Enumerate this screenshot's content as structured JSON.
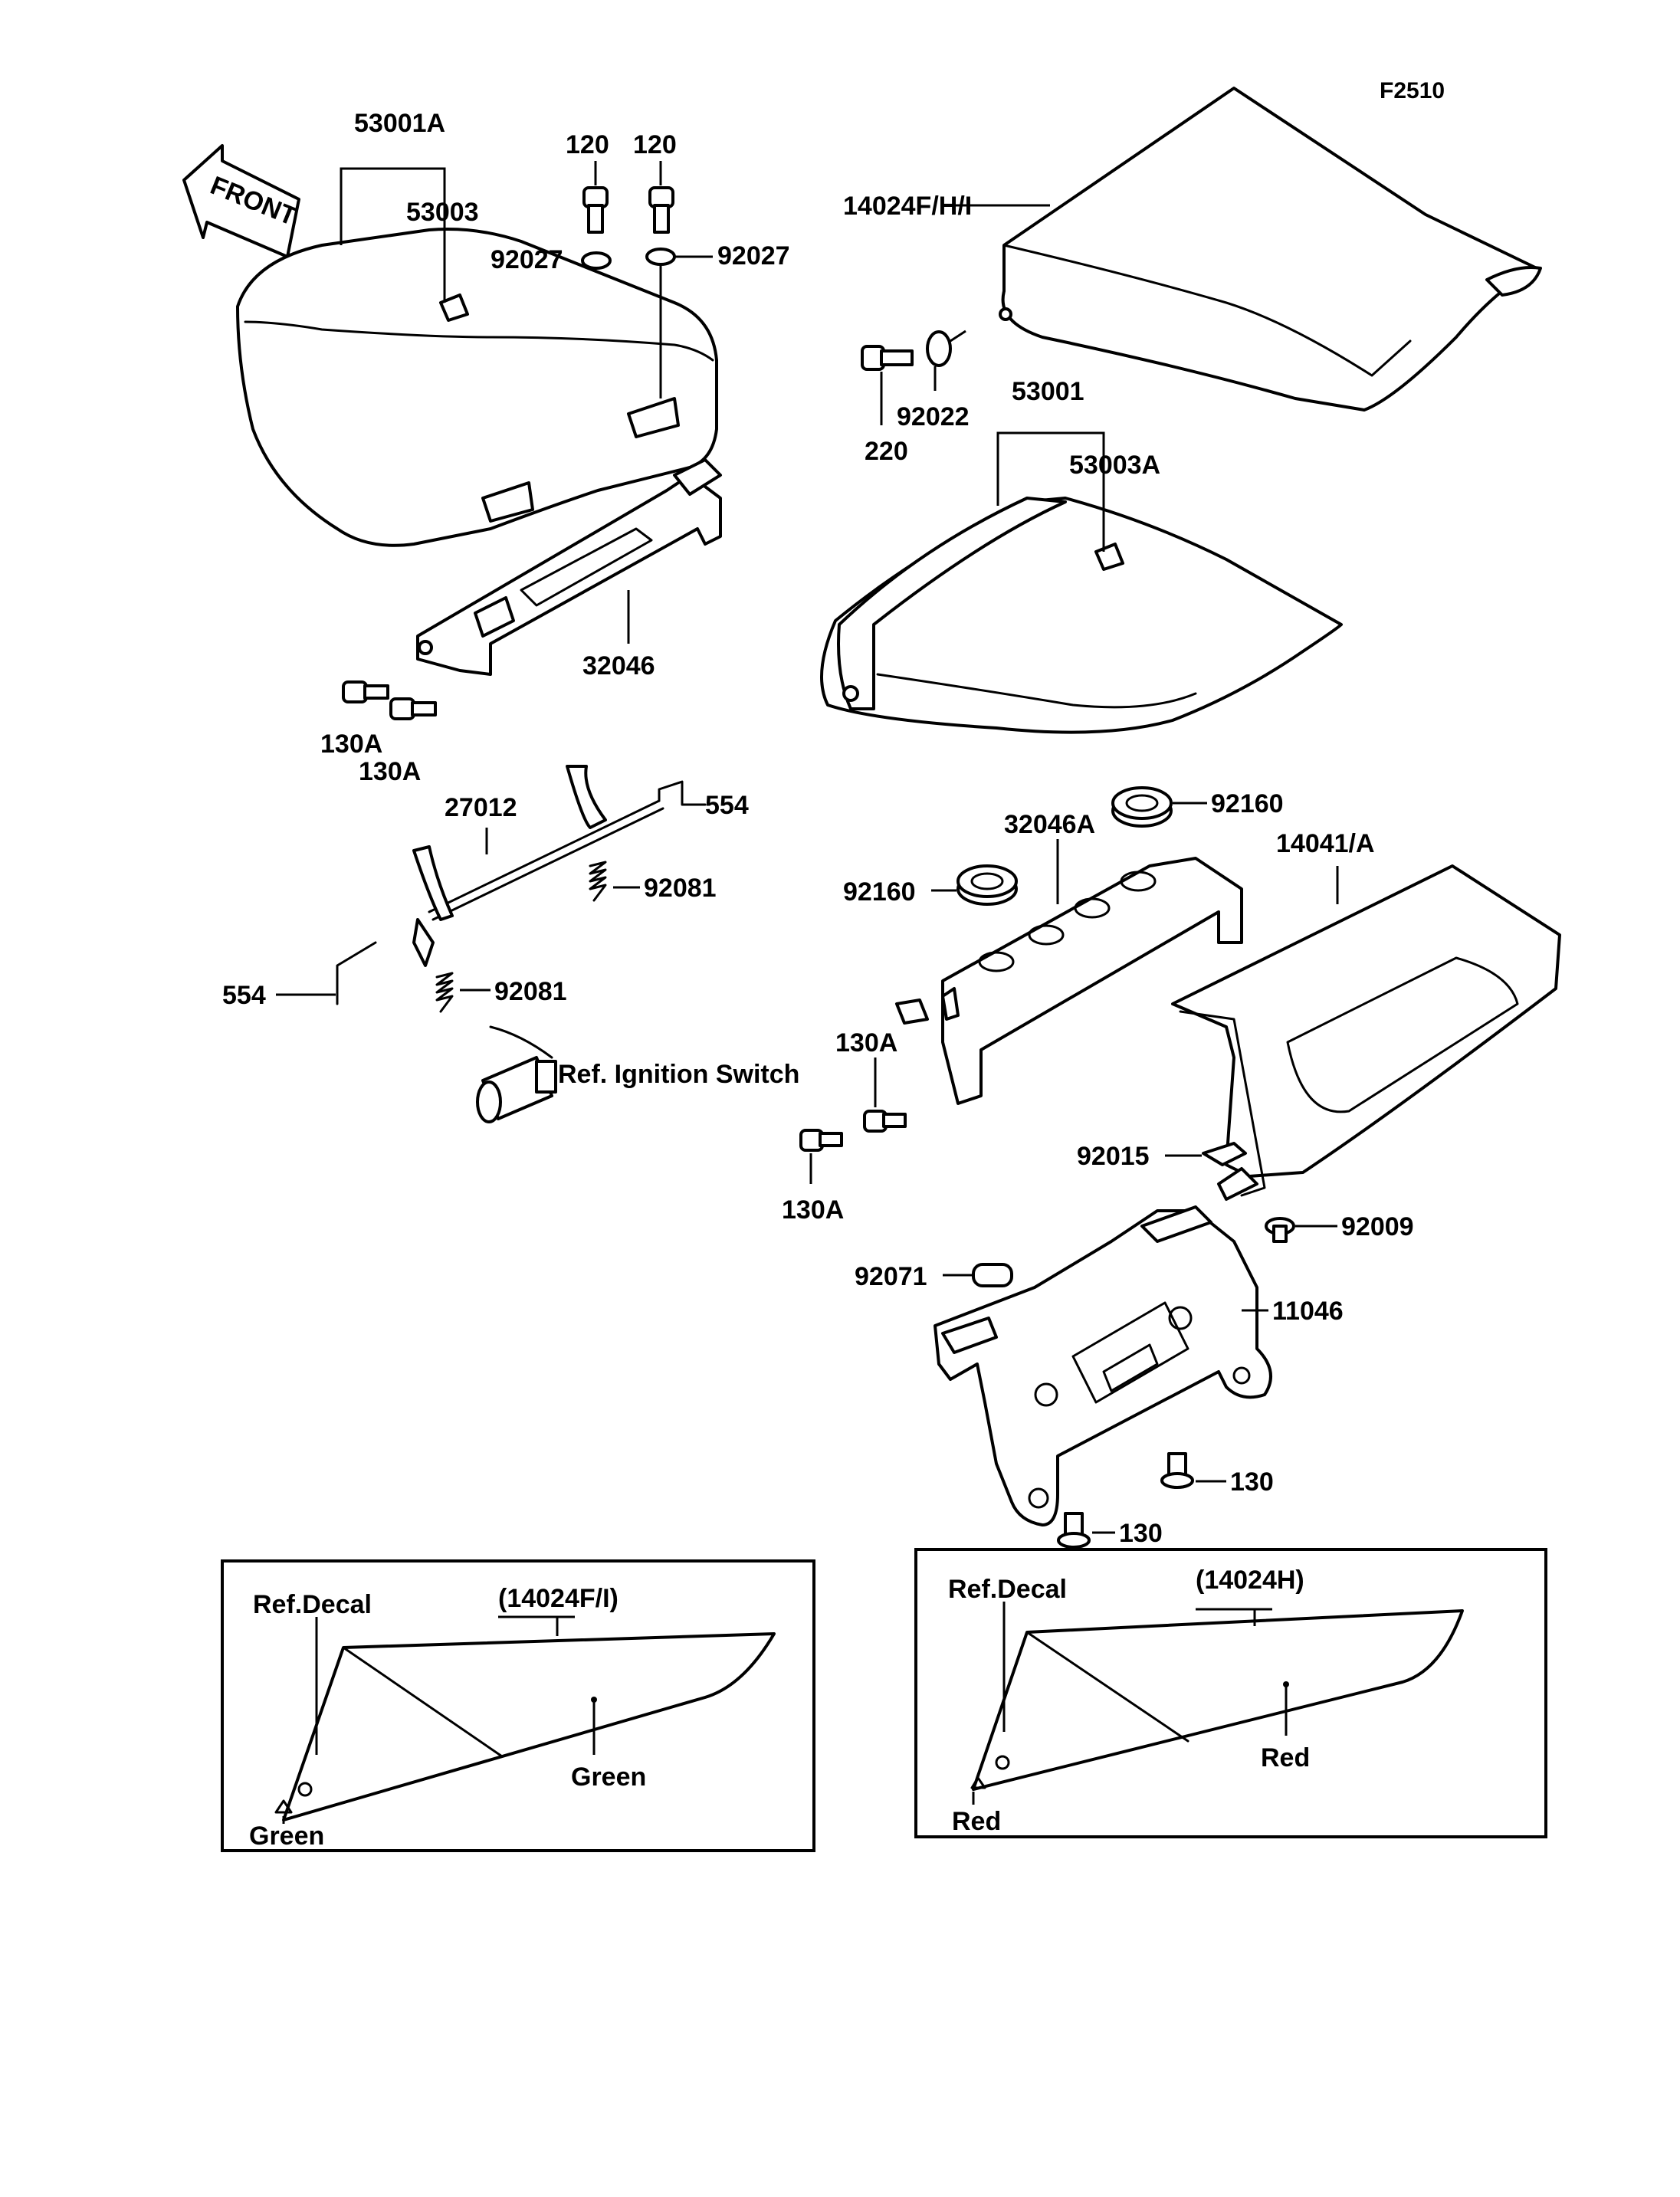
{
  "figure_code": "F2510",
  "front_arrow": "FRONT",
  "labels": {
    "p53001A": "53001A",
    "p53003": "53003",
    "p120a": "120",
    "p120b": "120",
    "p92027a": "92027",
    "p92027b": "92027",
    "p14024FHI": "14024F/H/I",
    "p220": "220",
    "p92022": "92022",
    "p53001": "53001",
    "p53003A": "53003A",
    "p32046": "32046",
    "p130Aa": "130A",
    "p130Ab": "130A",
    "p27012": "27012",
    "p554a": "554",
    "p554b": "554",
    "p92081a": "92081",
    "p92081b": "92081",
    "ignition": "Ref. Ignition Switch",
    "p92160a": "92160",
    "p92160b": "92160",
    "p32046A": "32046A",
    "p14041A": "14041/A",
    "p130Ac": "130A",
    "p130Ad": "130A",
    "p92015": "92015",
    "p92009": "92009",
    "p92071": "92071",
    "p11046": "11046",
    "p130a": "130",
    "p130b": "130"
  },
  "inset_left": {
    "ref_decal": "Ref.Decal",
    "part": "(14024F/I)",
    "color_main": "Green",
    "color_tip": "Green"
  },
  "inset_right": {
    "ref_decal": "Ref.Decal",
    "part": "(14024H)",
    "color_main": "Red",
    "color_tip": "Red"
  }
}
